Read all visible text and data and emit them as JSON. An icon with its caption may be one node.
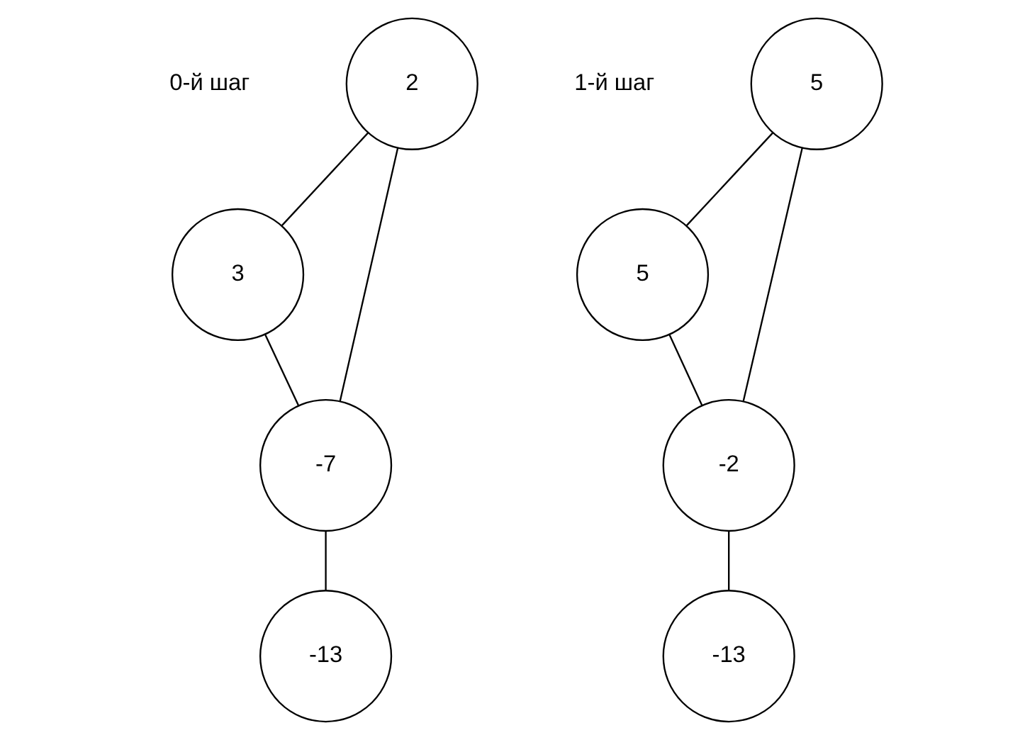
{
  "diagram": {
    "nodes": [
      {
        "text": [
          "3"
        ]
      },
      {
        "text": [
          "2"
        ]
      },
      {
        "text": [
          "-7"
        ]
      },
      {
        "text": [
          "-13"
        ]
      },
      {
        "text": [
          "5"
        ]
      },
      {
        "text": [
          "5"
        ]
      },
      {
        "text": [
          "-2"
        ]
      },
      {
        "text": [
          "-13"
        ]
      }
    ],
    "edges": [
      {
        "from": 1,
        "to": 0,
        "arrow": "none"
      },
      {
        "from": 0,
        "to": 2,
        "arrow": "none"
      },
      {
        "from": 1,
        "to": 2,
        "arrow": "none"
      },
      {
        "from": 2,
        "to": 3,
        "arrow": "none"
      },
      {
        "from": 5,
        "to": 4,
        "arrow": "none"
      },
      {
        "from": 4,
        "to": 6,
        "arrow": "none"
      },
      {
        "from": 5,
        "to": 6,
        "arrow": "none"
      },
      {
        "from": 6,
        "to": 7,
        "arrow": "none"
      }
    ],
    "labels": [
      "0-й шаг",
      "1-й шаг"
    ]
  }
}
